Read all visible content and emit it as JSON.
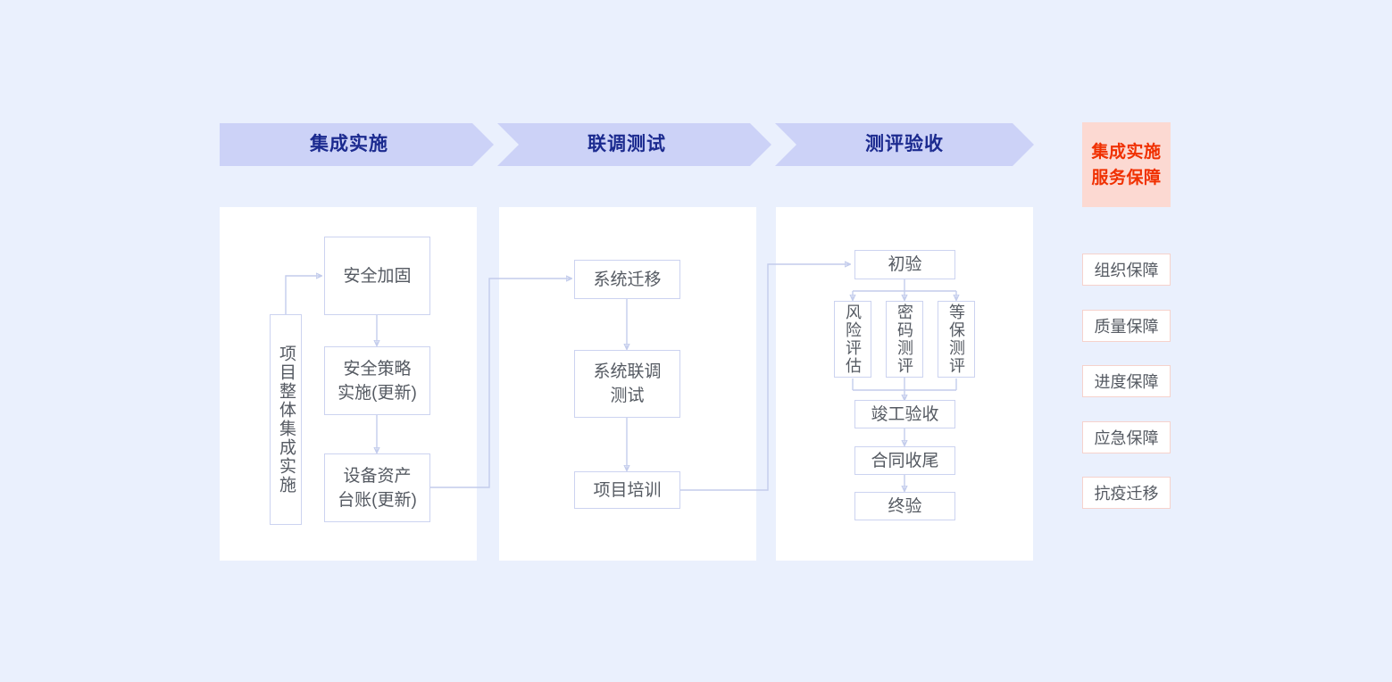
{
  "page": {
    "background_color": "#eaf0fd",
    "card_color": "#ffffff",
    "banner_color": "#ccd2f7",
    "banner_text_color": "#1b2a8f",
    "node_border_color": "#ccd3f0",
    "node_text_color": "#555a62",
    "connector_color": "#c3ccec",
    "accent_red": "#f03000",
    "accent_red_bg": "#fcd9d2"
  },
  "phases": [
    {
      "label": "集成实施"
    },
    {
      "label": "联调测试"
    },
    {
      "label": "测评验收"
    }
  ],
  "columns": [
    {
      "name": "集成实施",
      "nodes": [
        {
          "id": "overall",
          "label": "项目整体集成实施",
          "orientation": "vertical"
        },
        {
          "id": "harden",
          "label": "安全加固",
          "orientation": "horizontal"
        },
        {
          "id": "policy",
          "label": "安全策略\n实施(更新)",
          "orientation": "horizontal"
        },
        {
          "id": "assets",
          "label": "设备资产\n台账(更新)",
          "orientation": "horizontal"
        }
      ]
    },
    {
      "name": "联调测试",
      "nodes": [
        {
          "id": "migrate",
          "label": "系统迁移",
          "orientation": "horizontal"
        },
        {
          "id": "jointtest",
          "label": "系统联调\n测试",
          "orientation": "horizontal"
        },
        {
          "id": "training",
          "label": "项目培训",
          "orientation": "horizontal"
        }
      ]
    },
    {
      "name": "测评验收",
      "nodes": [
        {
          "id": "prelim",
          "label": "初验",
          "orientation": "horizontal"
        },
        {
          "id": "risk",
          "label": "风险评估",
          "orientation": "vertical"
        },
        {
          "id": "crypto",
          "label": "密码测评",
          "orientation": "vertical"
        },
        {
          "id": "grade",
          "label": "等保测评",
          "orientation": "vertical"
        },
        {
          "id": "complete",
          "label": "竣工验收",
          "orientation": "horizontal"
        },
        {
          "id": "contract",
          "label": "合同收尾",
          "orientation": "horizontal"
        },
        {
          "id": "final",
          "label": "终验",
          "orientation": "horizontal"
        }
      ]
    }
  ],
  "right_rail": {
    "badge": "集成实施\n服务保障",
    "items": [
      {
        "label": "组织保障"
      },
      {
        "label": "质量保障"
      },
      {
        "label": "进度保障"
      },
      {
        "label": "应急保障"
      },
      {
        "label": "抗疫迁移"
      }
    ]
  }
}
